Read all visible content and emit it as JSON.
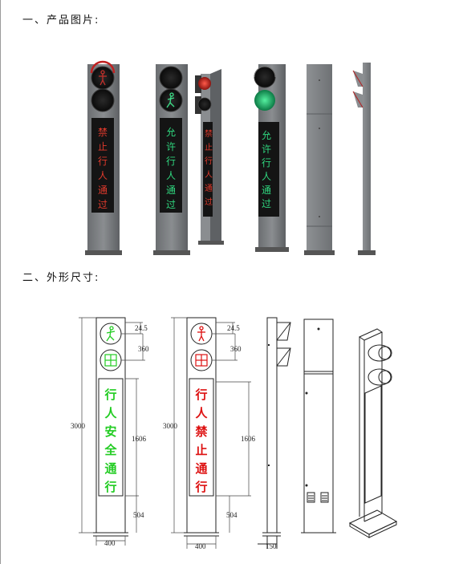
{
  "headings": {
    "product_images": "一、产品图片:",
    "dimensions": "二、外形尺寸:"
  },
  "photo_section": {
    "pole1_text": [
      "禁",
      "止",
      "行",
      "人",
      "通",
      "过"
    ],
    "pole2_text": [
      "允",
      "许",
      "行",
      "人",
      "通",
      "过"
    ],
    "pole3_text": [
      "禁",
      "止",
      "行",
      "人",
      "通",
      "过"
    ],
    "pole4_text": [
      "允",
      "许",
      "行",
      "人",
      "通",
      "过"
    ]
  },
  "drawing_section": {
    "pole1_text": [
      "行",
      "人",
      "安",
      "全",
      "通",
      "行"
    ],
    "pole2_text": [
      "行",
      "人",
      "禁",
      "止",
      "通",
      "行"
    ],
    "pole1_dims": {
      "height_total": "3000",
      "top_offset": "24.5",
      "lamp_spacing": "360",
      "screen_height": "1606",
      "bottom_offset": "504",
      "width": "400"
    },
    "pole2_dims": {
      "height_total": "3000",
      "top_offset": "24.5",
      "lamp_spacing": "360",
      "screen_height": "1606",
      "bottom_offset": "504",
      "width": "400"
    },
    "side_dims": {
      "depth": "150"
    }
  },
  "colors": {
    "red_text": "#e03a2c",
    "green_text": "#2fd67e",
    "drawing_green": "#22cc22",
    "drawing_red": "#dd1111",
    "pole_gray": "#7a7d80",
    "screen_black": "#141414"
  }
}
